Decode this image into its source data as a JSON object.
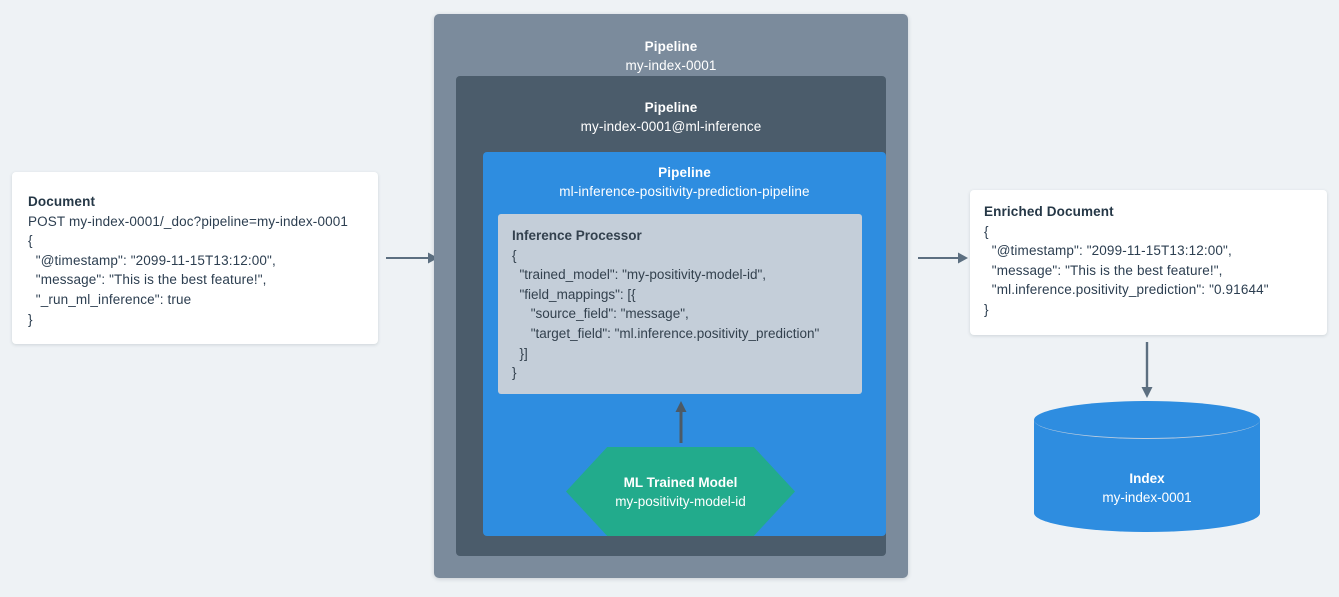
{
  "diagram": {
    "title": "Elasticsearch ML inference ingest pipeline flow",
    "background_color": "#eef2f5",
    "colors": {
      "pipeline_outer": "#7b8b9c",
      "pipeline_mid": "#4b5c6b",
      "pipeline_inner": "#2e8de0",
      "processor_panel": "#c4ced9",
      "ml_model": "#22ab8c",
      "index_cylinder": "#2e8de0",
      "arrow": "#5c6f80",
      "card_background": "#ffffff",
      "text_dark": "#2c3e50",
      "text_light": "#ffffff"
    }
  },
  "document_card": {
    "title": "Document",
    "body": "POST my-index-0001/_doc?pipeline=my-index-0001\n{\n  \"@timestamp\": \"2099-11-15T13:12:00\",\n  \"message\": \"This is the best feature!\",\n  \"_run_ml_inference\": true\n}"
  },
  "pipelines": {
    "outer": {
      "label": "Pipeline",
      "name": "my-index-0001"
    },
    "middle": {
      "label": "Pipeline",
      "name": "my-index-0001@ml-inference"
    },
    "inner": {
      "label": "Pipeline",
      "name": "ml-inference-positivity-prediction-pipeline"
    }
  },
  "inference_processor": {
    "title": "Inference Processor",
    "body": "{\n  \"trained_model\": \"my-positivity-model-id\",\n  \"field_mappings\": [{\n     \"source_field\": \"message\",\n     \"target_field\": \"ml.inference.positivity_prediction\"\n  }]\n}"
  },
  "ml_model": {
    "title": "ML Trained Model",
    "name": "my-positivity-model-id"
  },
  "enriched_document_card": {
    "title": "Enriched Document",
    "body": "{\n  \"@timestamp\": \"2099-11-15T13:12:00\",\n  \"message\": \"This is the best feature!\",\n  \"ml.inference.positivity_prediction\": \"0.91644\"\n}"
  },
  "index": {
    "title": "Index",
    "name": "my-index-0001"
  },
  "arrows": [
    {
      "id": "document-to-pipeline",
      "direction": "right"
    },
    {
      "id": "pipeline-to-enriched-document",
      "direction": "right"
    },
    {
      "id": "model-to-processor",
      "direction": "up"
    },
    {
      "id": "enriched-document-to-index",
      "direction": "down"
    }
  ]
}
